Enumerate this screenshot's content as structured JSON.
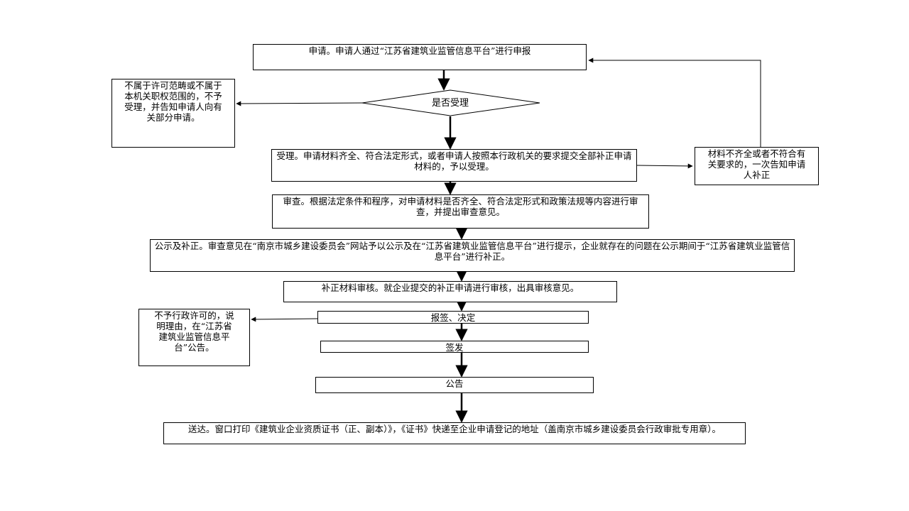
{
  "flowchart": {
    "apply": "申请。申请人通过“江苏省建筑业监管信息平台”进行申报",
    "not_in_scope": "不属于许可范畴或不属于本机关职权范围的，不予受理，并告知申请人向有关部分申请。",
    "decision": "是否受理",
    "accept": "受理。申请材料齐全、符合法定形式，或者申请人按照本行政机关的要求提交全部补正申请材料的，予以受理。",
    "incomplete": "材料不齐全或者不符合有关要求的，一次告知申请人补正",
    "review": "审查。根据法定条件和程序，对申请材料是否齐全、符合法定形式和政策法规等内容进行审查，并提出审查意见。",
    "publicity": "公示及补正。审查意见在“南京市城乡建设委员会”网站予以公示及在“江苏省建筑业监管信息平台”进行提示，企业就存在的问题在公示期间于“江苏省建筑业监管信息平台”进行补正。",
    "supplement_review": "补正材料审核。就企业提交的补正申请进行审核，出具审核意见。",
    "not_permitted": "不予行政许可的，说明理由，在“江苏省建筑业监管信息平台”公告。",
    "sign_decide": "报签、决定",
    "issue": "签发",
    "announce": "公告",
    "deliver": "送达。窗口打印《建筑业企业资质证书（正、副本）》，《证书》快递至企业申请登记的地址（盖南京市城乡建设委员会行政审批专用章）。"
  }
}
